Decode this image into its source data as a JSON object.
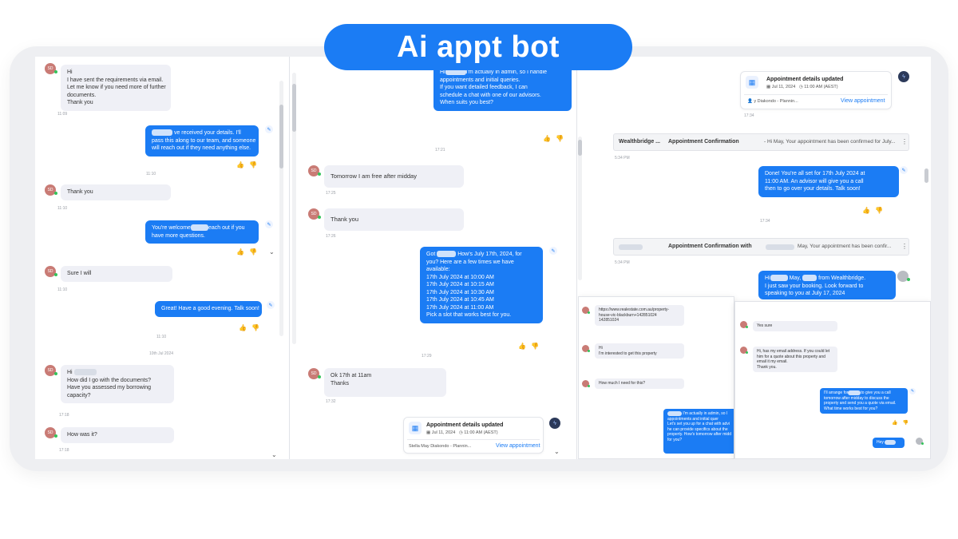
{
  "banner": {
    "title": "Ai appt bot"
  },
  "icons": {
    "avatar": "user-avatar",
    "thumb_up": "👍",
    "thumb_down": "👎",
    "sparkle": "✎",
    "chevron": "⌄",
    "calendar": "▦",
    "clock": "◷",
    "person": "👤",
    "agent": "ϟ",
    "more": "⋮"
  },
  "colors": {
    "accent": "#1b7cf4",
    "bubble_in": "#eff0f6",
    "online": "#35c35b",
    "avatar": "#c97b75"
  },
  "panel1": {
    "avatar_initials": "SD",
    "m1": {
      "lines": [
        "Hi",
        "I have sent the requirements via email.",
        "Let me know if you need more of further",
        "documents.",
        "Thank you"
      ],
      "time": "11:09"
    },
    "m2": {
      "lines": [
        "ve received your details. I'll",
        "pass this along to our team, and someone",
        "will reach out if they need anything else."
      ],
      "time": "11:10"
    },
    "m3": {
      "text": "Thank you",
      "time": "11:10"
    },
    "m4": {
      "lines_a": "You're welcome",
      "lines_b": "each out if you",
      "line2": "have more questions.",
      "time": "11:10"
    },
    "m5": {
      "text": "Sure I will",
      "time": "11:10"
    },
    "m6": {
      "text": "Great! Have a good evening. Talk soon!",
      "time": "11:10"
    },
    "date_sep": "10th Jul 2024",
    "m7": {
      "greeting": "Hi",
      "lines": [
        "How did I go with the documents?",
        "Have you assessed my borrowing",
        "capacity?"
      ],
      "time": "17:18"
    },
    "m8": {
      "text": "How was it?",
      "time": "17:18"
    }
  },
  "panel2": {
    "m1": {
      "first": "I'm actually in admin, so I handle",
      "lines": [
        "appointments and initial queries.",
        "",
        "If you want detailed feedback, I can",
        "schedule a chat with one of our advisors.",
        "When suits you best?"
      ],
      "time": "17:21"
    },
    "m2": {
      "text": "Tomorrow I am free after midday",
      "time": "17:25"
    },
    "m3": {
      "text": "Thank you",
      "time": "17:26"
    },
    "m4": {
      "first_a": "Got",
      "first_b": "How's July 17th, 2024, for",
      "lines": [
        "you? Here are a few times we have",
        "available:",
        "",
        "17th July 2024 at 10:00 AM",
        "17th July 2024 at 10:15 AM",
        "17th July 2024 at 10:30 AM",
        "17th July 2024 at 10:45 AM",
        "17th July 2024 at 11:00 AM",
        "",
        "Pick a slot that works best for you."
      ],
      "time": "17:29"
    },
    "m5": {
      "lines": [
        "Ok 17th at 11am",
        "Thanks"
      ],
      "time": "17:32"
    },
    "card": {
      "title": "Appointment details updated",
      "date": "Jul 11, 2024",
      "clock": "11:00 AM (AEST)",
      "person": "Stella May Diakondo - Plannin...",
      "link": "View appointment"
    }
  },
  "panel3": {
    "card": {
      "title": "Appointment details updated",
      "date": "Jul 11, 2024",
      "clock": "11:00 AM (AEST)",
      "person": "y Diakondo - Plannin...",
      "link": "View appointment",
      "time": "17:34"
    },
    "email1": {
      "sender": "Wealthbridge ...",
      "subject": "Appointment Confirmation",
      "preview": "- Hi May, Your appointment has been confirmed for July...",
      "time": "5:34 PM"
    },
    "m1": {
      "lines": [
        "Done! You're all set for 17th July 2024 at",
        "11:00 AM. An advisor will give you a call",
        "then to go over your details. Talk soon!"
      ],
      "time": "17:34"
    },
    "email2": {
      "subject": "Appointment Confirmation with",
      "preview": "May, Your appointment has been confir...",
      "time": "5:34 PM"
    },
    "m2": {
      "first_a": "Hi",
      "first_b": "May,",
      "first_c": "from Wealthbridge.",
      "line2": "I just saw your booking. Look forward to",
      "line3": "speaking to you at July 17, 2024"
    }
  },
  "overlay1": {
    "m1": {
      "lines": [
        "https://www.realestate.com.au/property-",
        "house-vic-blackburn+142851024",
        "142851024"
      ]
    },
    "m2": {
      "lines": [
        "Hi",
        "I'm interested to get this property"
      ]
    },
    "m3": {
      "text": "How much I need for this?"
    },
    "m4": {
      "lines": [
        "I'm actually in admin, so I",
        "appointments and initial quer",
        "Let's set you up for a chat with advi",
        "he can provide specifics about the",
        "property. How's tomorrow after midd",
        "for you?"
      ]
    }
  },
  "overlay2": {
    "m1": {
      "text": "Yes sure"
    },
    "m2": {
      "lines": [
        "Hi, has my email address. If you could let",
        "him for a quote about this property and",
        "email it my email.",
        "Thank you."
      ]
    },
    "m3": {
      "lines": [
        "I'll arrange for",
        "to give you a call",
        "tomorrow after midday to discuss the",
        "property and send you a quote via email.",
        "What time works best for you?"
      ]
    },
    "m4": {
      "text": "Hey"
    }
  }
}
